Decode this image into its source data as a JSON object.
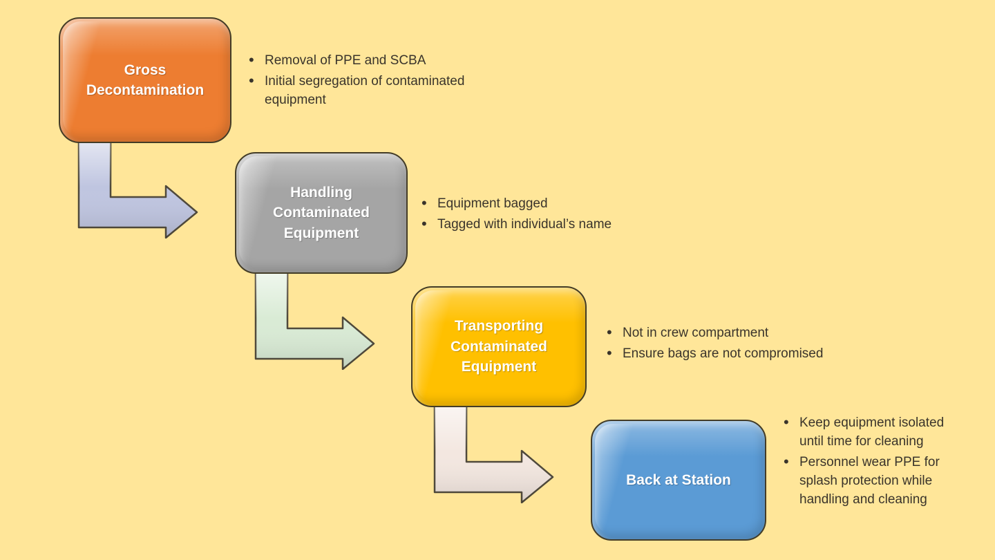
{
  "background_color": "#FFE699",
  "text_color": "#3A342B",
  "steps": [
    {
      "title": "Gross Decontamination",
      "box_color": "#ED7D31",
      "bullets": [
        "Removal of PPE and SCBA",
        "Initial segregation of contaminated equipment"
      ]
    },
    {
      "title": "Handling Contaminated Equipment",
      "box_color": "#A5A5A5",
      "bullets": [
        "Equipment bagged",
        "Tagged with individual’s name"
      ]
    },
    {
      "title": "Transporting Contaminated Equipment",
      "box_color": "#FFC000",
      "bullets": [
        "Not in crew compartment",
        "Ensure bags are not compromised"
      ]
    },
    {
      "title": "Back at Station",
      "box_color": "#5B9BD5",
      "bullets": [
        "Keep equipment isolated until time for cleaning",
        "Personnel wear PPE for splash protection while handling and cleaning"
      ]
    }
  ],
  "arrows": [
    {
      "name": "arrow-step1-to-step2",
      "color": "#BFC5E0"
    },
    {
      "name": "arrow-step2-to-step3",
      "color": "#D9EBD5"
    },
    {
      "name": "arrow-step3-to-step4",
      "color": "#F3E7E0"
    }
  ]
}
